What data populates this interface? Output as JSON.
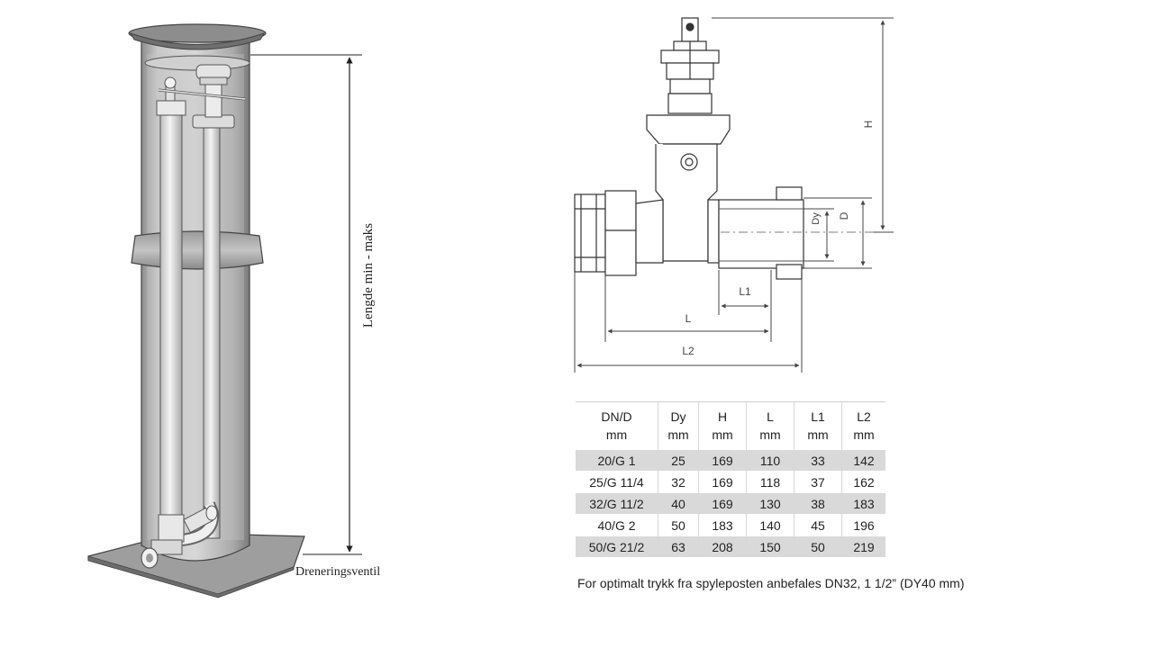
{
  "post_drawing": {
    "length_label": "Lengde min - maks",
    "drain_valve_label": "Dreneringsventil"
  },
  "valve_drawing": {
    "dimension_labels": {
      "h": "H",
      "dy": "Dy",
      "d": "D",
      "l1": "L1",
      "l": "L",
      "l2": "L2"
    }
  },
  "spec_table": {
    "headers": [
      {
        "line1": "DN/D",
        "line2": "mm"
      },
      {
        "line1": "Dy",
        "line2": "mm"
      },
      {
        "line1": "H",
        "line2": "mm"
      },
      {
        "line1": "L",
        "line2": "mm"
      },
      {
        "line1": "L1",
        "line2": "mm"
      },
      {
        "line1": "L2",
        "line2": "mm"
      }
    ],
    "rows": [
      [
        "20/G 1",
        "25",
        "169",
        "110",
        "33",
        "142"
      ],
      [
        "25/G 11/4",
        "32",
        "169",
        "118",
        "37",
        "162"
      ],
      [
        "32/G 11/2",
        "40",
        "169",
        "130",
        "38",
        "183"
      ],
      [
        "40/G 2",
        "50",
        "183",
        "140",
        "45",
        "196"
      ],
      [
        "50/G 21/2",
        "63",
        "208",
        "150",
        "50",
        "219"
      ]
    ]
  },
  "note": "For optimalt trykk fra spyleposten anbefales DN32, 1 1/2” (DY40 mm)"
}
